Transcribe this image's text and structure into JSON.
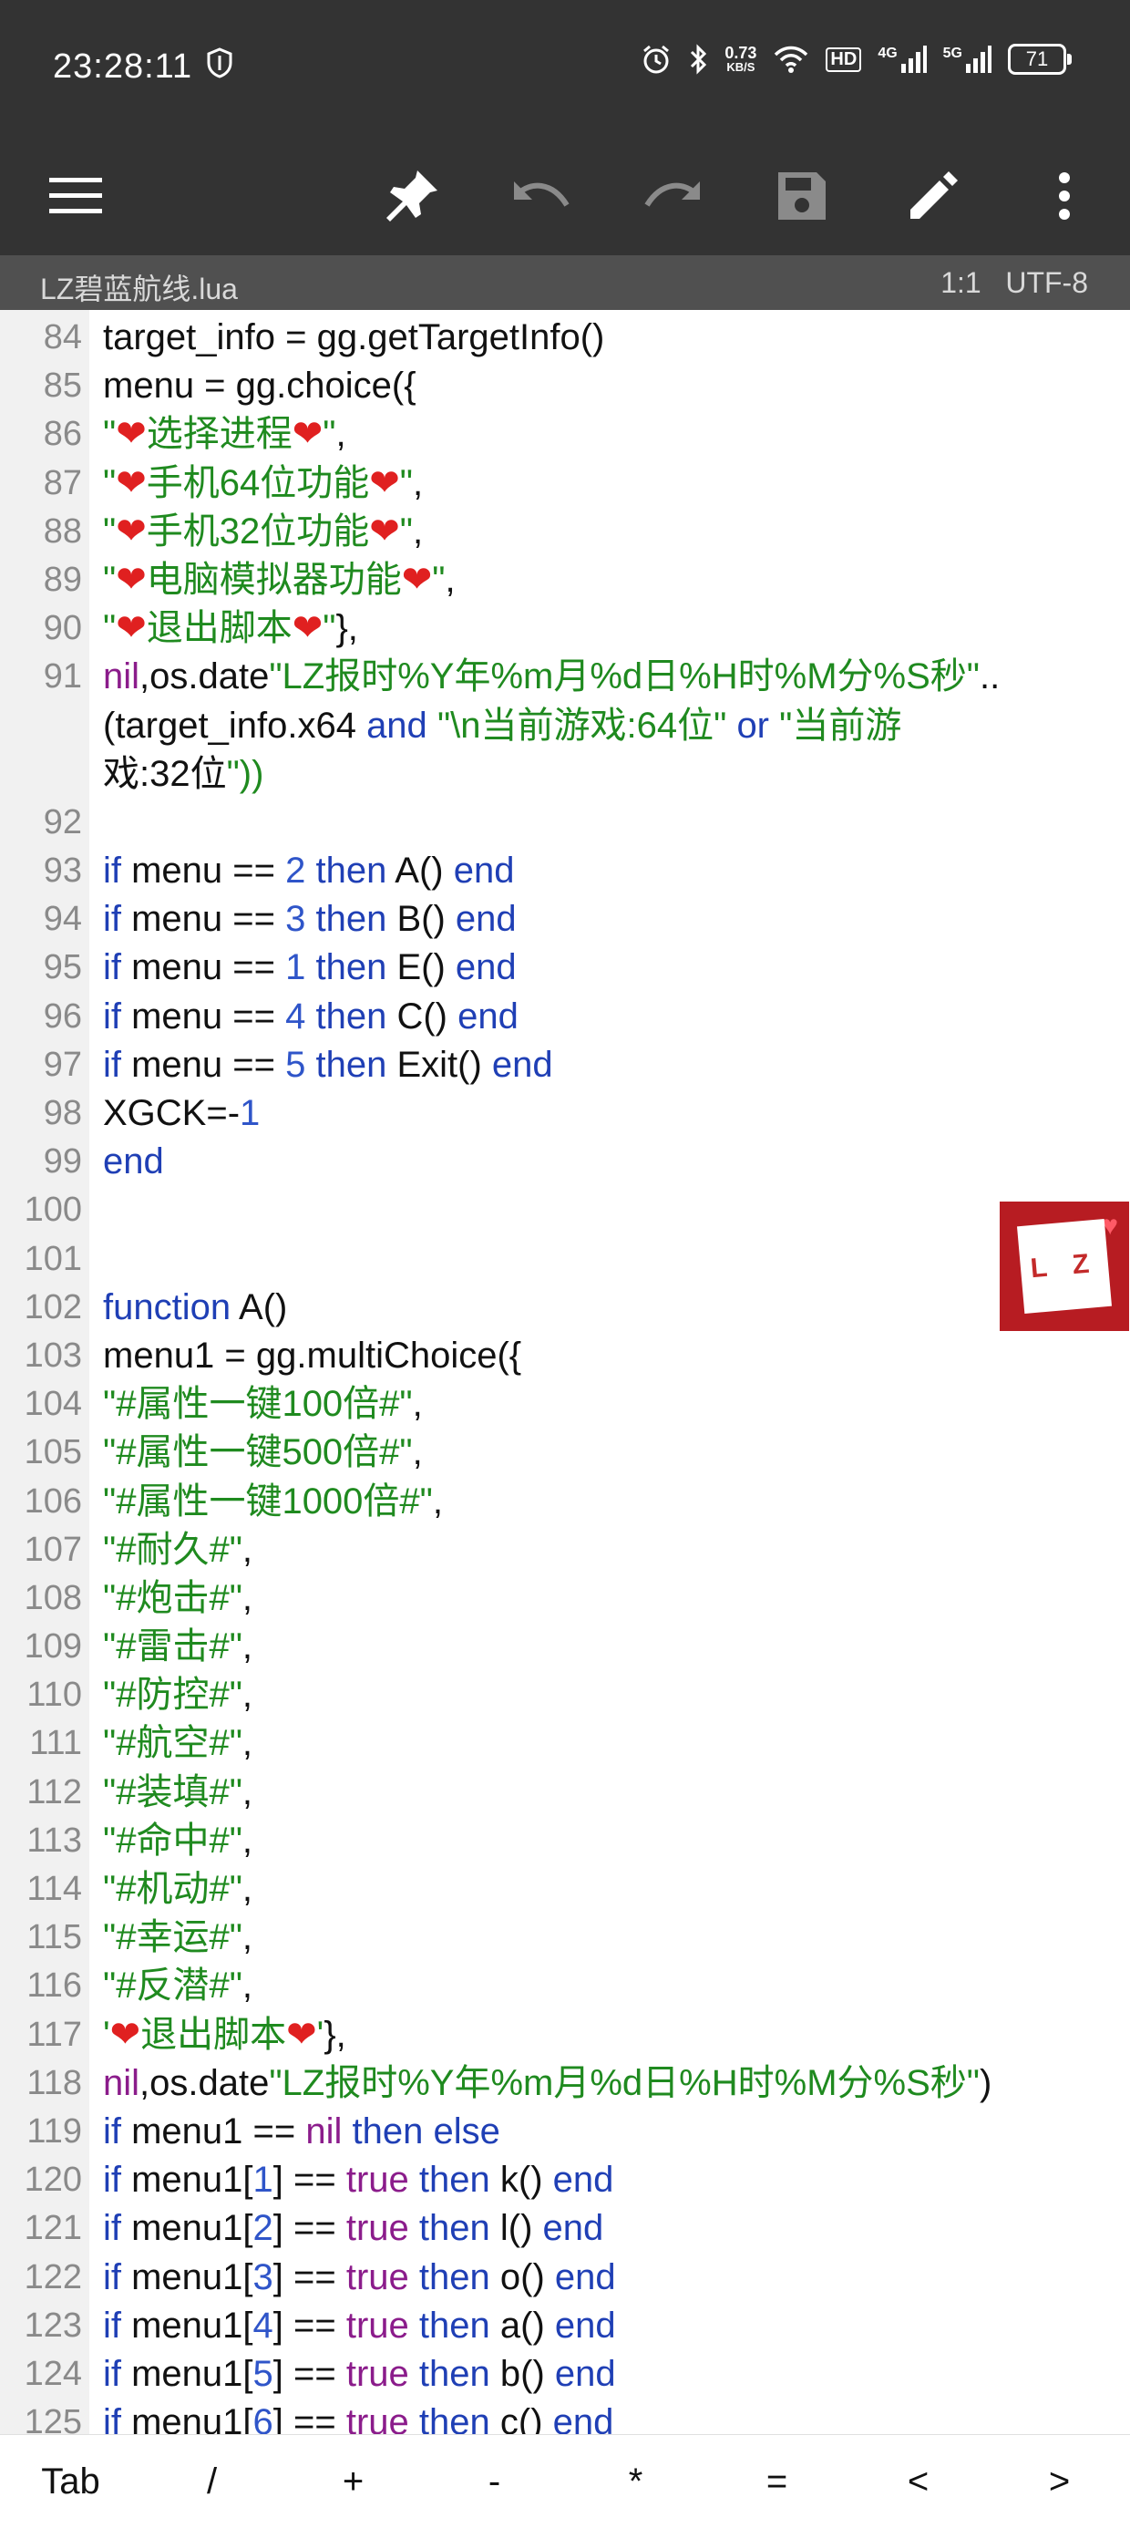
{
  "status_bar": {
    "time": "23:28:11",
    "net_speed_value": "0.73",
    "net_speed_unit": "KB/S",
    "hd_label": "HD",
    "signal1_label": "4G",
    "signal2_label": "5G",
    "battery": "71"
  },
  "toolbar": {
    "icons": [
      "menu-icon",
      "pin-icon",
      "undo-icon",
      "redo-icon",
      "save-icon",
      "edit-icon",
      "more-icon"
    ]
  },
  "file_bar": {
    "filename": "LZ碧蓝航线.lua",
    "cursor_pos": "1:1",
    "encoding": "UTF-8"
  },
  "editor": {
    "lines": [
      {
        "n": "84",
        "text": "target_info = gg.getTargetInfo()"
      },
      {
        "n": "85",
        "text": "menu = gg.choice({"
      },
      {
        "n": "86",
        "text": "\"❤选择进程❤\","
      },
      {
        "n": "87",
        "text": "\"❤手机64位功能❤\","
      },
      {
        "n": "88",
        "text": "\"❤手机32位功能❤\","
      },
      {
        "n": "89",
        "text": "\"❤电脑模拟器功能❤\","
      },
      {
        "n": "90",
        "text": "\"❤退出脚本❤\"},"
      },
      {
        "n": "91",
        "text": "nil,os.date\"LZ报时%Y年%m月%d日%H时%M分%S秒\".."
      },
      {
        "n": "",
        "text": "(target_info.x64 and \"\\n当前游戏:64位\" or \"当前游"
      },
      {
        "n": "",
        "text": "戏:32位\"))"
      },
      {
        "n": "92",
        "text": ""
      },
      {
        "n": "93",
        "text": "if menu == 2 then A() end"
      },
      {
        "n": "94",
        "text": "if menu == 3 then B() end"
      },
      {
        "n": "95",
        "text": "if menu == 1 then E() end"
      },
      {
        "n": "96",
        "text": "if menu == 4 then C() end"
      },
      {
        "n": "97",
        "text": "if menu == 5 then Exit() end"
      },
      {
        "n": "98",
        "text": "XGCK=-1"
      },
      {
        "n": "99",
        "text": "end"
      },
      {
        "n": "100",
        "text": ""
      },
      {
        "n": "101",
        "text": ""
      },
      {
        "n": "102",
        "text": "function A()"
      },
      {
        "n": "103",
        "text": "menu1 = gg.multiChoice({"
      },
      {
        "n": "104",
        "text": "\"#属性一键100倍#\","
      },
      {
        "n": "105",
        "text": "\"#属性一键500倍#\","
      },
      {
        "n": "106",
        "text": "\"#属性一键1000倍#\","
      },
      {
        "n": "107",
        "text": "\"#耐久#\","
      },
      {
        "n": "108",
        "text": "\"#炮击#\","
      },
      {
        "n": "109",
        "text": "\"#雷击#\","
      },
      {
        "n": "110",
        "text": "\"#防控#\","
      },
      {
        "n": "111",
        "text": "\"#航空#\","
      },
      {
        "n": "112",
        "text": "\"#装填#\","
      },
      {
        "n": "113",
        "text": "\"#命中#\","
      },
      {
        "n": "114",
        "text": "\"#机动#\","
      },
      {
        "n": "115",
        "text": "\"#幸运#\","
      },
      {
        "n": "116",
        "text": "\"#反潜#\","
      },
      {
        "n": "117",
        "text": "'❤退出脚本❤'},"
      },
      {
        "n": "118",
        "text": "nil,os.date\"LZ报时%Y年%m月%d日%H时%M分%S秒\")"
      },
      {
        "n": "119",
        "text": "if menu1 == nil then else"
      },
      {
        "n": "120",
        "text": "if menu1[1] == true then k() end"
      },
      {
        "n": "121",
        "text": "if menu1[2] == true then l() end"
      },
      {
        "n": "122",
        "text": "if menu1[3] == true then o() end"
      },
      {
        "n": "123",
        "text": "if menu1[4] == true then a() end"
      },
      {
        "n": "124",
        "text": "if menu1[5] == true then b() end"
      },
      {
        "n": "125",
        "text": "if menu1[6] == true then c() end"
      }
    ]
  },
  "badge": {
    "text": "L Z"
  },
  "symbol_bar": {
    "keys": [
      "Tab",
      "/",
      "+",
      "-",
      "*",
      "=",
      "<",
      ">"
    ]
  }
}
